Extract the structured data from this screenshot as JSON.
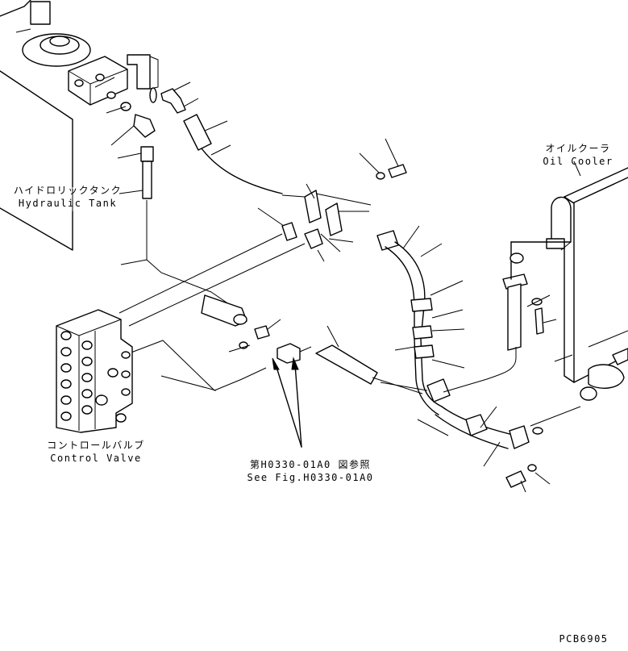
{
  "labels": {
    "hydraulic_tank_jp": "ハイドロリックタンク",
    "hydraulic_tank_en": "Hydraulic Tank",
    "oil_cooler_jp": "オイルクーラ",
    "oil_cooler_en": "Oil Cooler",
    "control_valve_jp": "コントロールバルブ",
    "control_valve_en": "Control Valve",
    "reference_jp": "第H0330-01A0 図参照",
    "reference_en": "See Fig.H0330-01A0",
    "figure_code": "PCB6905"
  }
}
